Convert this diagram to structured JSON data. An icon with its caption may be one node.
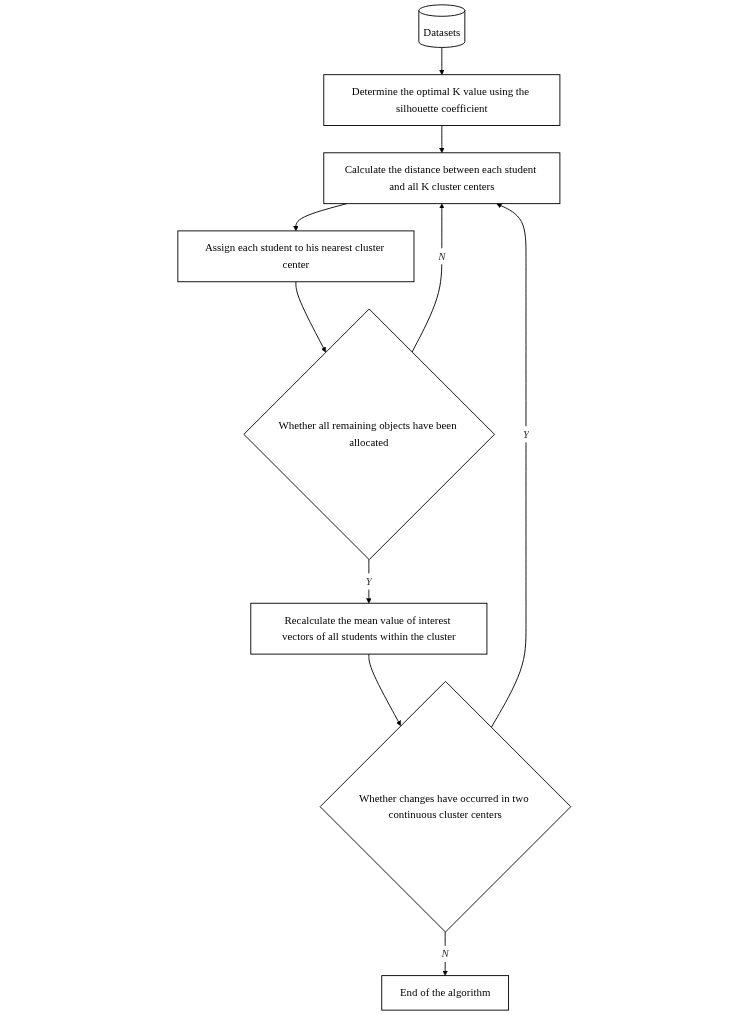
{
  "diagram": {
    "nodes": [
      {
        "text": [
          "Datasets"
        ]
      },
      {
        "text": [
          "Determine the optimal K value using the silhouette coefficient"
        ]
      },
      {
        "text": [
          "Calculate the distance between each student and all K cluster centers"
        ]
      },
      {
        "text": [
          "Assign each student to his nearest cluster center"
        ]
      },
      {
        "text": [
          "Whether all remaining objects have been allocated"
        ]
      },
      {
        "text": [
          "Recalculate the mean value of interest vectors of all students within the cluster"
        ]
      },
      {
        "text": [
          "Whether changes have occurred in two continuous cluster centers"
        ]
      },
      {
        "text": [
          "End of the algorithm"
        ]
      }
    ],
    "edges": [
      {
        "from": 0,
        "to": 1,
        "arrow": "to"
      },
      {
        "from": 1,
        "to": 2,
        "arrow": "to"
      },
      {
        "from": 2,
        "to": 3,
        "arrow": "to"
      },
      {
        "from": 3,
        "to": 4,
        "arrow": "to"
      },
      {
        "from": 4,
        "to": 2,
        "arrow": "to",
        "label": "N"
      },
      {
        "from": 4,
        "to": 5,
        "arrow": "to",
        "label": "Y"
      },
      {
        "from": 5,
        "to": 6,
        "arrow": "to"
      },
      {
        "from": 6,
        "to": 2,
        "arrow": "to",
        "label": "Y"
      },
      {
        "from": 6,
        "to": 7,
        "arrow": "to",
        "label": "N"
      }
    ]
  }
}
